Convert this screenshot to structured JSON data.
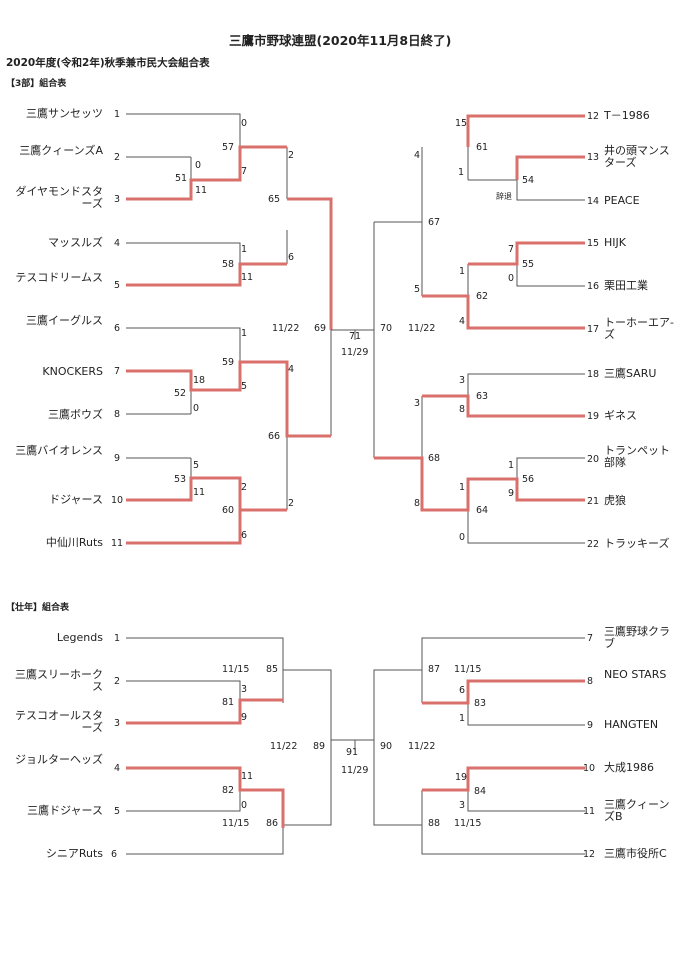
{
  "header": {
    "title": "三鷹市野球連盟(2020年11月8日終了)",
    "subtitle": "2020年度(令和2年)秋季兼市民大会組合表"
  },
  "div3": {
    "label": "【3部】組合表",
    "left_teams": [
      {
        "seed": "1",
        "name": "三鷹サンセッツ"
      },
      {
        "seed": "2",
        "name": "三鷹クィーンズA"
      },
      {
        "seed": "3",
        "name": "ダイヤモンドスターズ"
      },
      {
        "seed": "4",
        "name": "マッスルズ"
      },
      {
        "seed": "5",
        "name": "テスコドリームス"
      },
      {
        "seed": "6",
        "name": "三鷹イーグルス"
      },
      {
        "seed": "7",
        "name": "KNOCKERS"
      },
      {
        "seed": "8",
        "name": "三鷹ボウズ"
      },
      {
        "seed": "9",
        "name": "三鷹バイオレンス"
      },
      {
        "seed": "10",
        "name": "ドジャース"
      },
      {
        "seed": "11",
        "name": "中仙川Ruts"
      }
    ],
    "right_teams": [
      {
        "seed": "12",
        "name": "T－1986"
      },
      {
        "seed": "13",
        "name": "井の頭マンスターズ"
      },
      {
        "seed": "14",
        "name": "PEACE"
      },
      {
        "seed": "15",
        "name": "HIJK"
      },
      {
        "seed": "16",
        "name": "栗田工業"
      },
      {
        "seed": "17",
        "name": "トーホーエア-ズ"
      },
      {
        "seed": "18",
        "name": "三鷹SARU"
      },
      {
        "seed": "19",
        "name": "ギネス"
      },
      {
        "seed": "20",
        "name": "トランペット部隊"
      },
      {
        "seed": "21",
        "name": "虎狼"
      },
      {
        "seed": "22",
        "name": "トラッキーズ"
      }
    ],
    "matches": {
      "m51": "51",
      "m52": "52",
      "m53": "53",
      "m54": "54",
      "m55": "55",
      "m56": "56",
      "m57": "57",
      "m58": "58",
      "m59": "59",
      "m60": "60",
      "m61": "61",
      "m62": "62",
      "m63": "63",
      "m64": "64",
      "m65": "65",
      "m66": "66",
      "m67": "67",
      "m68": "68",
      "m69": "69",
      "m70": "70",
      "m71": "71"
    },
    "scores": {
      "s51a": "0",
      "s51b": "11",
      "s52a": "18",
      "s52b": "0",
      "s53a": "5",
      "s53b": "11",
      "s57a": "0",
      "s57b": "7",
      "s58a": "1",
      "s58b": "11",
      "s59a": "1",
      "s59b": "5",
      "s60a": "2",
      "s60b": "6",
      "s65a": "2",
      "s65b": "6",
      "s66a": "4",
      "s66b": "2",
      "s61a": "15",
      "s61b": "1",
      "s54b": "辞退",
      "s55a": "7",
      "s55b": "0",
      "s62a": "1",
      "s62b": "4",
      "s63a": "3",
      "s63b": "8",
      "s56a": "1",
      "s56b": "9",
      "s64a": "1",
      "s64b": "0",
      "s67a": "4",
      "s67b": "5",
      "s68a": "3",
      "s68b": "8"
    },
    "dates": {
      "left": "11/22",
      "right": "11/22",
      "final": "11/29"
    }
  },
  "senior": {
    "label": "【壮年】組合表",
    "left_teams": [
      {
        "seed": "1",
        "name": "Legends"
      },
      {
        "seed": "2",
        "name": "三鷹スリーホークス"
      },
      {
        "seed": "3",
        "name": "テスコオールスターズ"
      },
      {
        "seed": "4",
        "name": "ジョルターヘッズ"
      },
      {
        "seed": "5",
        "name": "三鷹ドジャース"
      },
      {
        "seed": "6",
        "name": "シニアRuts"
      }
    ],
    "right_teams": [
      {
        "seed": "7",
        "name": "三鷹野球クラブ"
      },
      {
        "seed": "8",
        "name": "NEO STARS"
      },
      {
        "seed": "9",
        "name": "HANGTEN"
      },
      {
        "seed": "10",
        "name": "大成1986"
      },
      {
        "seed": "11",
        "name": "三鷹クィーンズB"
      },
      {
        "seed": "12",
        "name": "三鷹市役所C"
      }
    ],
    "matches": {
      "m81": "81",
      "m82": "82",
      "m83": "83",
      "m84": "84",
      "m85": "85",
      "m86": "86",
      "m87": "87",
      "m88": "88",
      "m89": "89",
      "m90": "90",
      "m91": "91"
    },
    "scores": {
      "s81a": "3",
      "s81b": "9",
      "s82a": "11",
      "s82b": "0",
      "s83a": "6",
      "s83b": "1",
      "s84a": "19",
      "s84b": "3"
    },
    "dates": {
      "d85": "11/15",
      "d86": "11/15",
      "d87": "11/15",
      "d88": "11/15",
      "left": "11/22",
      "right": "11/22",
      "final": "11/29"
    }
  }
}
